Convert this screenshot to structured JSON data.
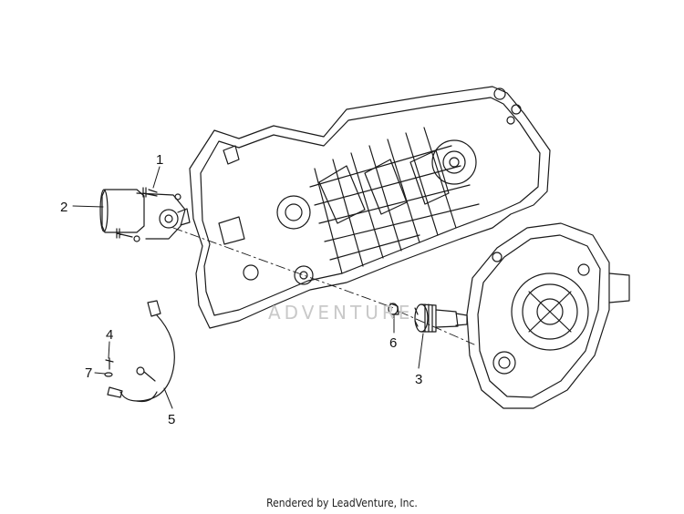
{
  "callouts": [
    {
      "id": "1",
      "label": "1"
    },
    {
      "id": "2",
      "label": "2"
    },
    {
      "id": "3",
      "label": "3"
    },
    {
      "id": "4",
      "label": "4"
    },
    {
      "id": "5",
      "label": "5"
    },
    {
      "id": "6",
      "label": "6"
    },
    {
      "id": "7",
      "label": "7"
    }
  ],
  "watermark": "ADVENTURE",
  "credit": "Rendered by LeadVenture, Inc."
}
